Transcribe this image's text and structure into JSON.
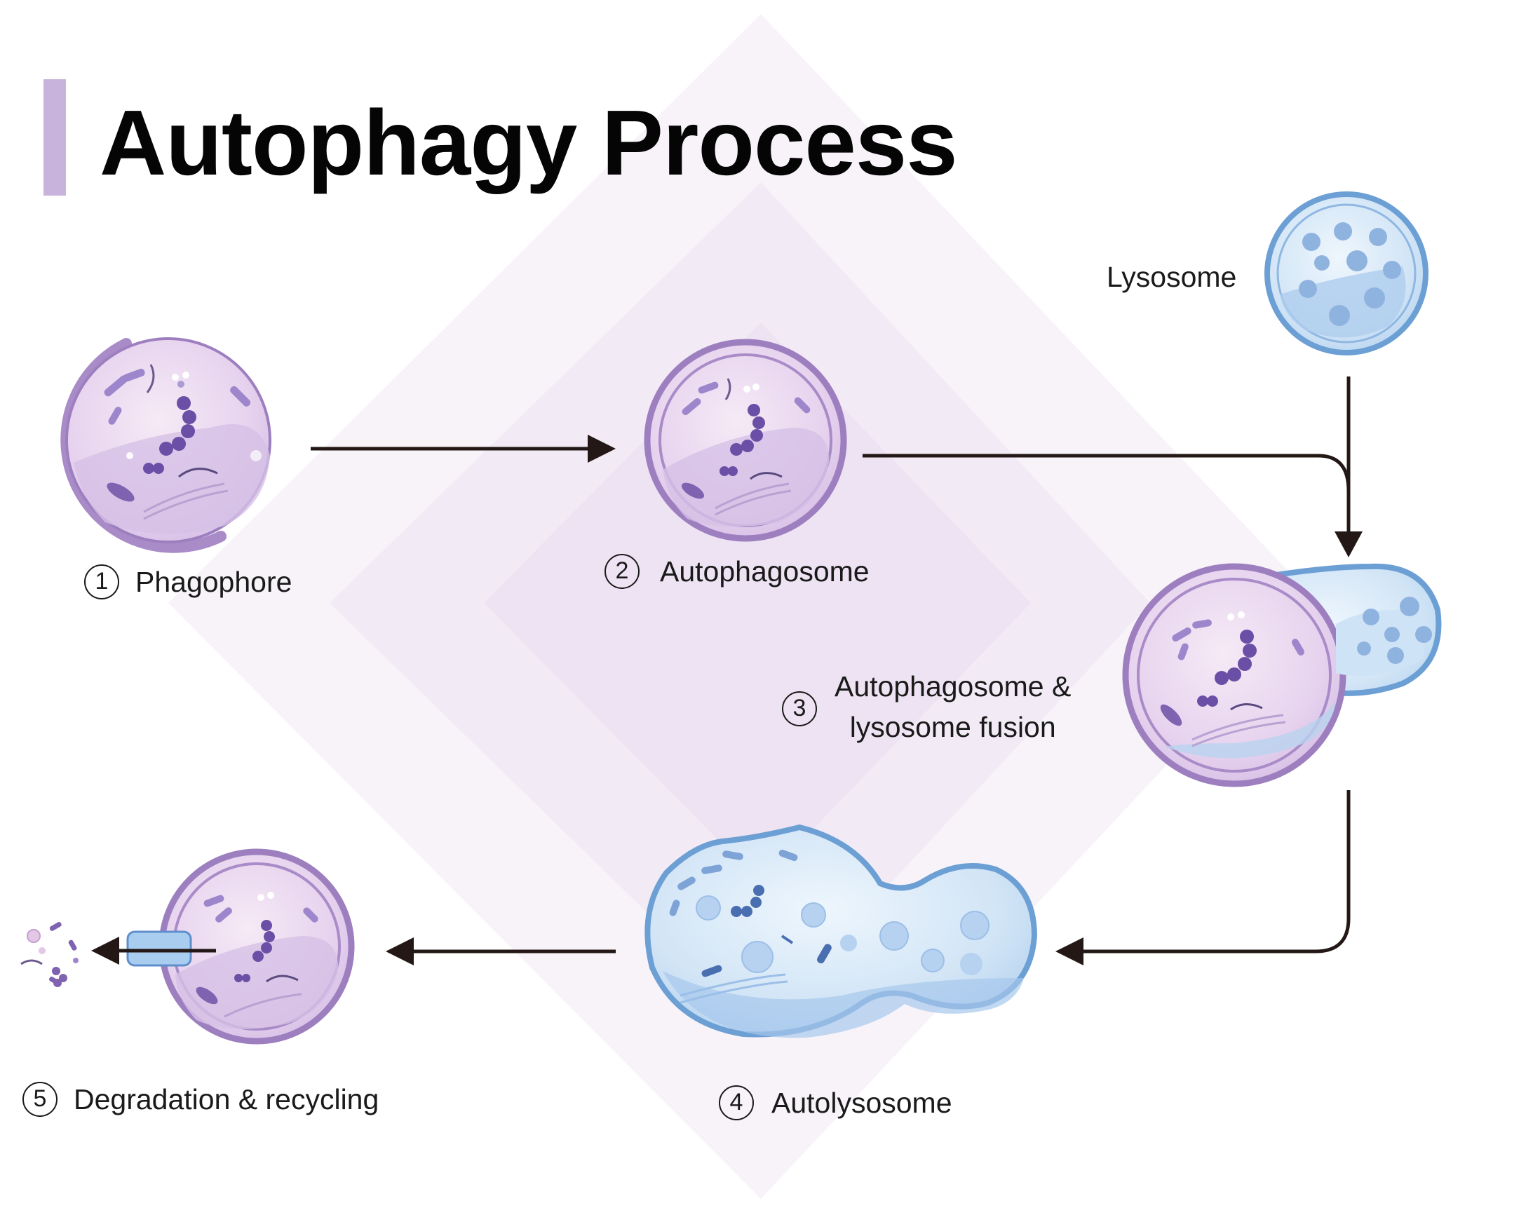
{
  "title": "Autophagy Process",
  "colors": {
    "accent_bar": "#c8b3dc",
    "autophagosome_fill": "#e9d6ef",
    "autophagosome_edge": "#9d7fc0",
    "lysosome_fill": "#d3e6f7",
    "lysosome_edge": "#6c9fd4",
    "cargo": "#7f63b0",
    "arrow": "#231815"
  },
  "steps": [
    {
      "number": "1",
      "label": "Phagophore"
    },
    {
      "number": "2",
      "label": "Autophagosome"
    },
    {
      "number": "3",
      "label_line1": "Autophagosome &",
      "label_line2": "lysosome fusion"
    },
    {
      "number": "4",
      "label": "Autolysosome"
    },
    {
      "number": "5",
      "label": "Degradation & recycling"
    }
  ],
  "lysosome_label": "Lysosome"
}
